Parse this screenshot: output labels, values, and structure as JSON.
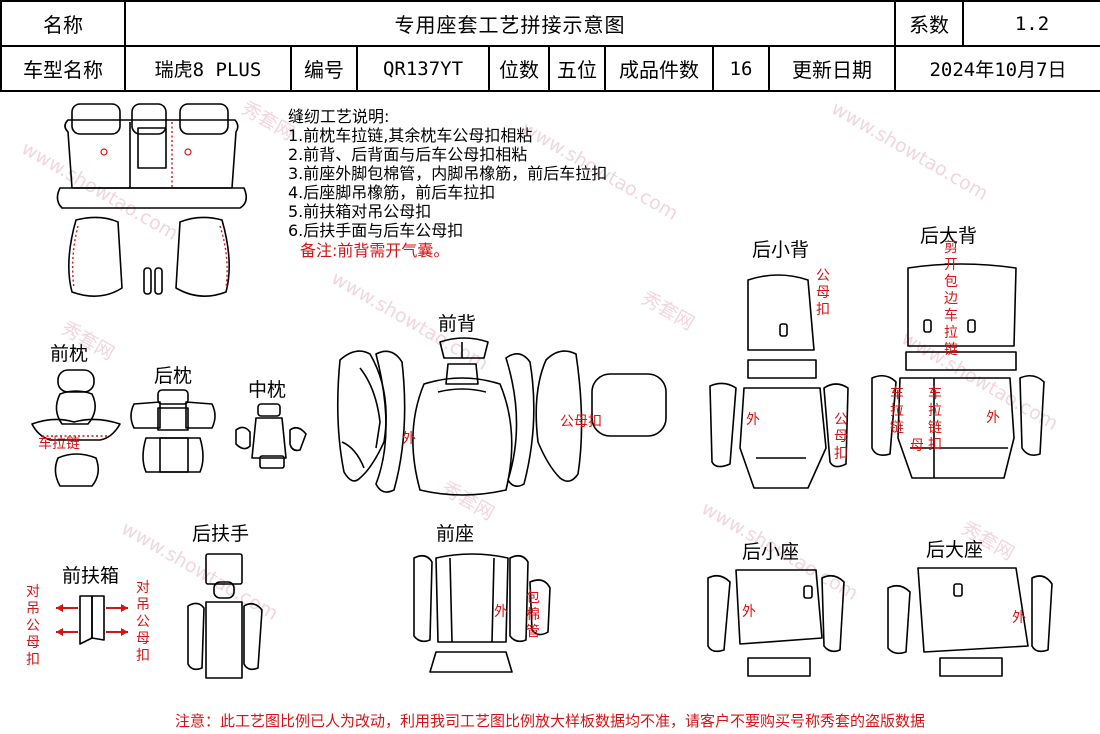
{
  "header": {
    "name_label": "名称",
    "title": "专用座套工艺拼接示意图",
    "coef_label": "系数",
    "coef_value": "1.2",
    "model_label": "车型名称",
    "model_value": "瑞虎8 PLUS",
    "code_label": "编号",
    "code_value": "QR137YT",
    "seats_label": "位数",
    "seats_value": "五位",
    "pieces_label": "成品件数",
    "pieces_value": "16",
    "date_label": "更新日期",
    "date_value": "2024年10月7日"
  },
  "notes": {
    "heading": "缝纫工艺说明:",
    "items": [
      "1.前枕车拉链,其余枕车公母扣相粘",
      "2.前背、后背面与后车公母扣相粘",
      "3.前座外脚包棉管，内脚吊橡筋，前后车拉扣",
      "4.后座脚吊橡筋，前后车拉扣",
      "5.前扶箱对吊公母扣",
      "6.后扶手面与后车公母扣"
    ],
    "remark": "备注:前背需开气囊。"
  },
  "sections": {
    "front_headrest": "前枕",
    "rear_headrest": "后枕",
    "middle_headrest": "中枕",
    "front_back": "前背",
    "rear_small_back": "后小背",
    "rear_large_back": "后大背",
    "front_armrest_box": "前扶箱",
    "rear_armrest": "后扶手",
    "front_seat": "前座",
    "rear_small_seat": "后小座",
    "rear_large_seat": "后大座"
  },
  "annotations": {
    "zipper": "车拉链",
    "snap": "公母扣",
    "outer": "外",
    "wrap_foam": "包棉管",
    "cut_edge_zipper": "剪开包边车拉链",
    "zip": "车拉链",
    "zip_buckle": "车拉链扣",
    "mother": "母",
    "opposite_snap": "对吊公母扣"
  },
  "watermark": {
    "site": "www.showtao.com",
    "brand": "秀套网"
  },
  "footer": "注意：此工艺图比例已人为改动，利用我司工艺图比例放大样板数据均不准，请客户不要购买号称秀套的盗版数据",
  "colors": {
    "line": "#000000",
    "annotation": "#d41414",
    "watermark": "#d88aa8",
    "background": "#ffffff"
  }
}
